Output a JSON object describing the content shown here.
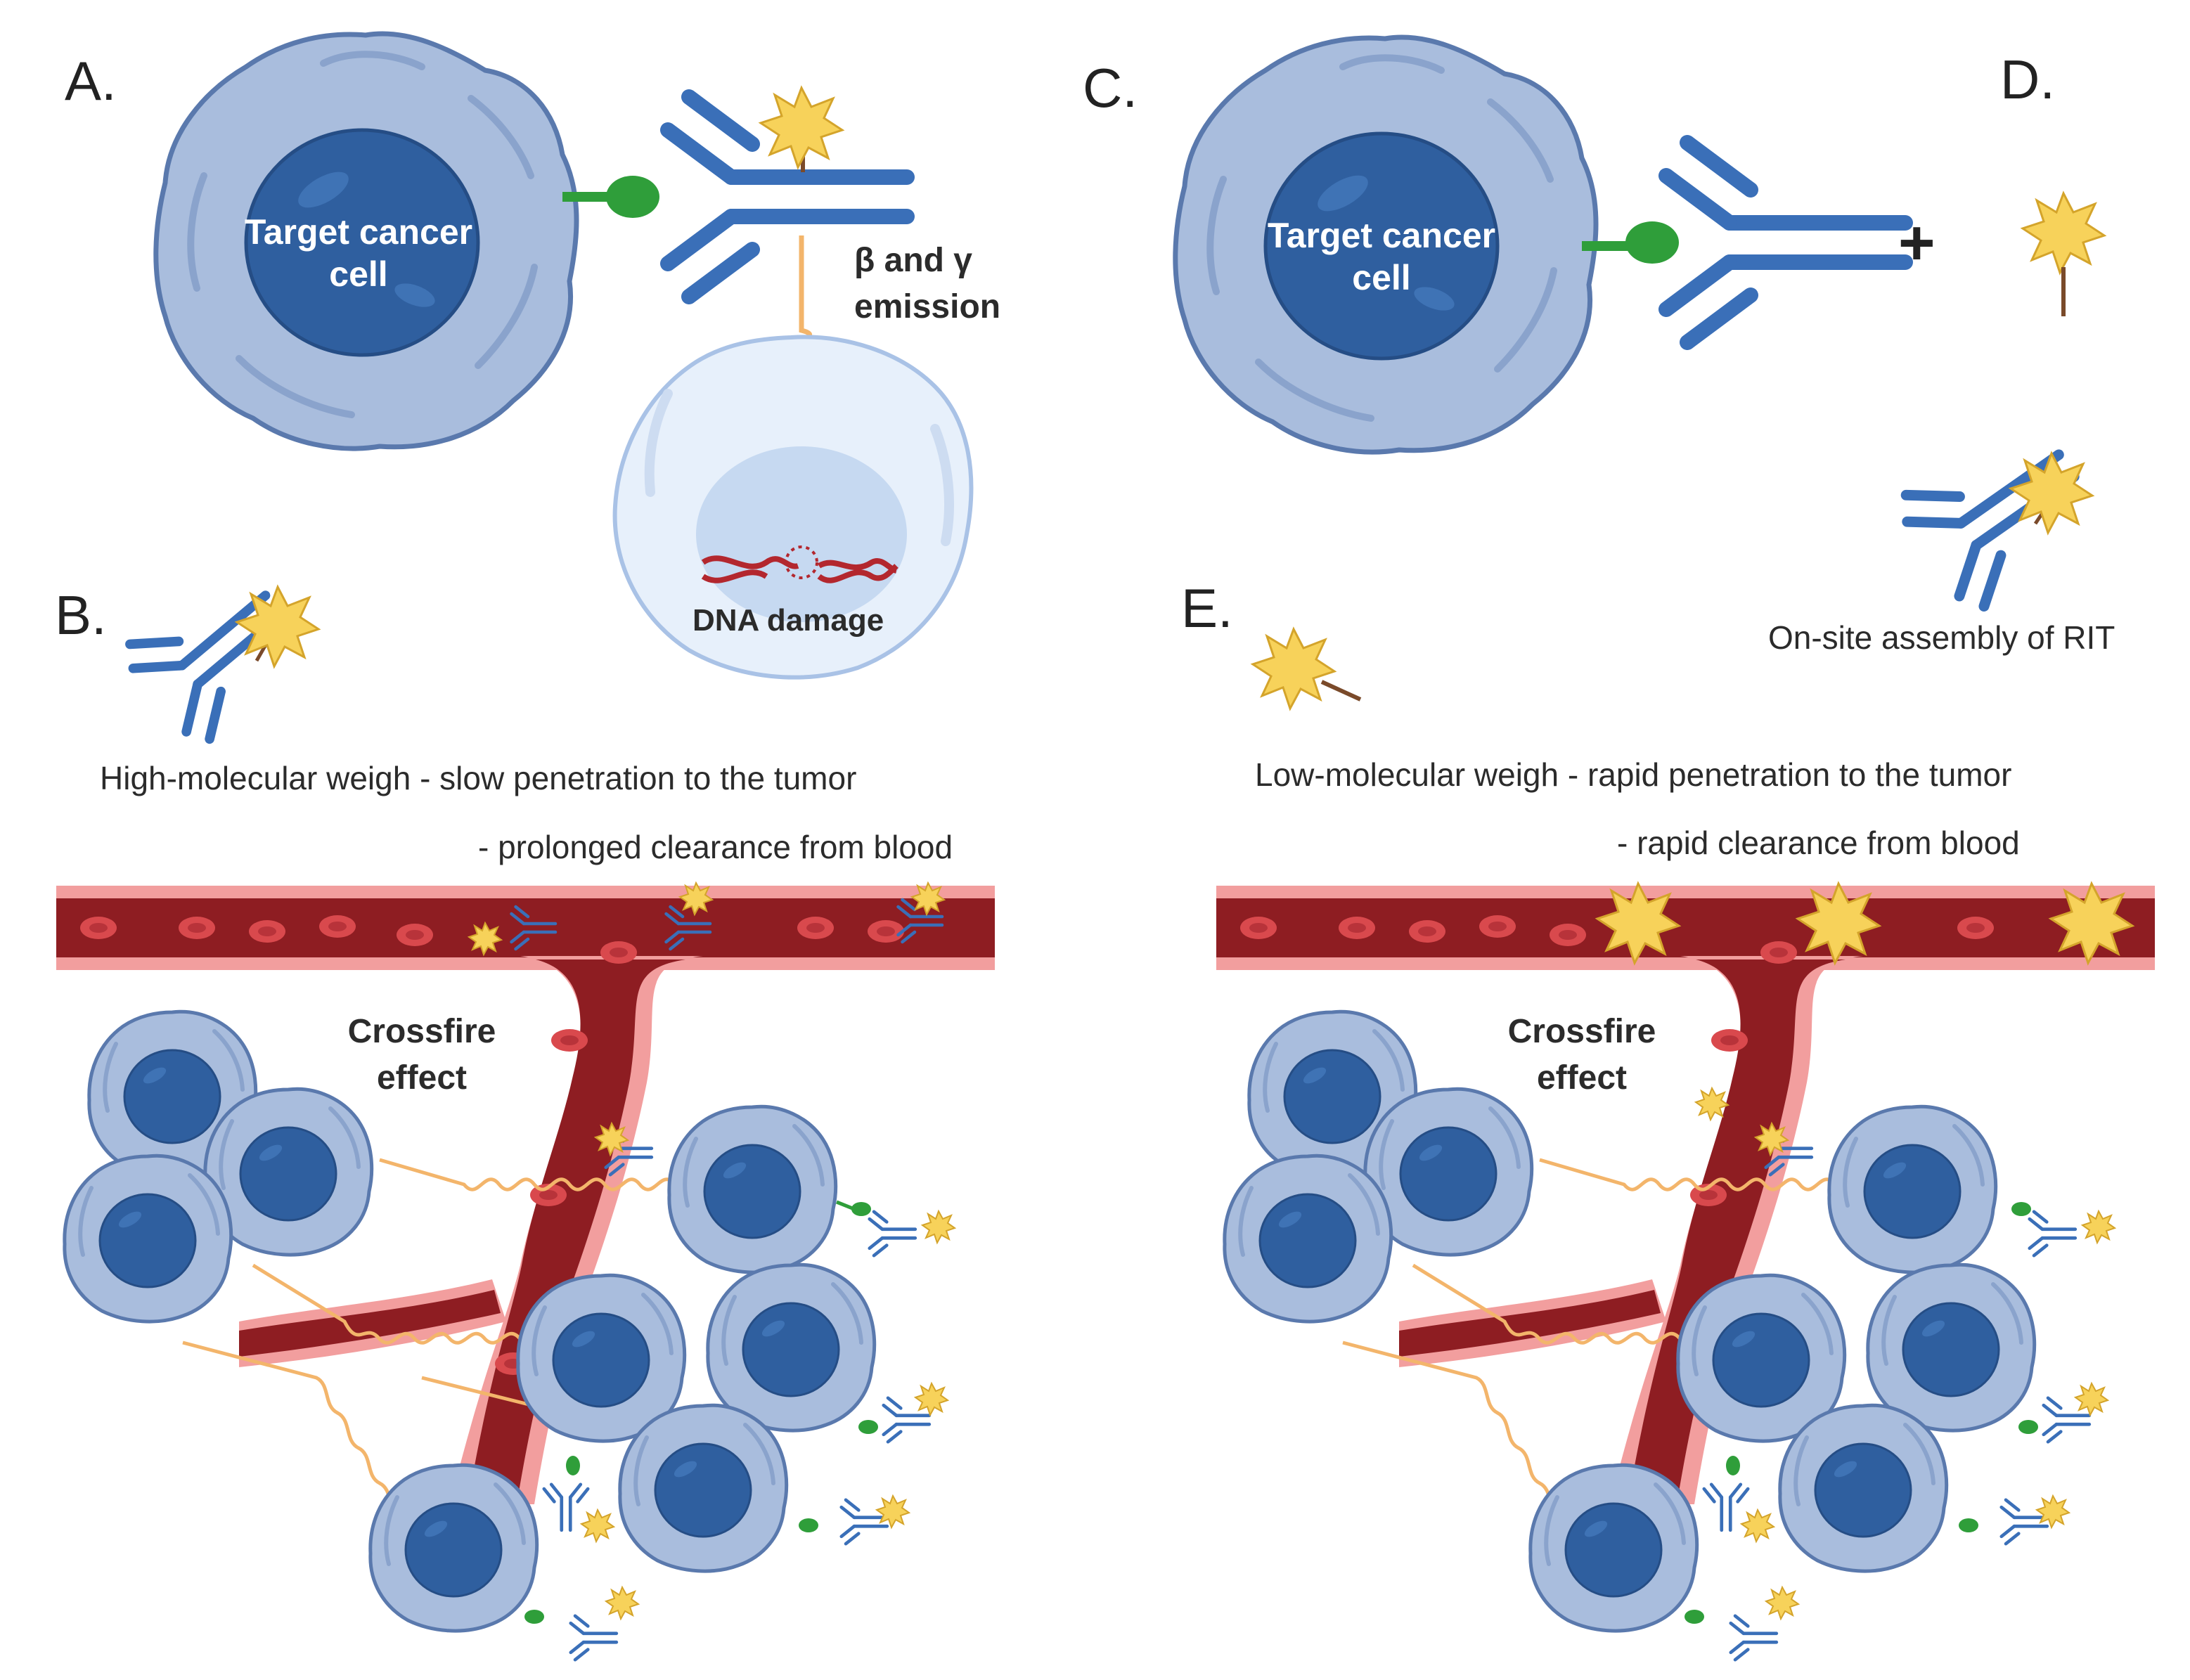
{
  "panels": {
    "a": "A.",
    "b": "B.",
    "c": "C.",
    "d": "D.",
    "e": "E."
  },
  "cell_label": "Target cancer cell",
  "emission_label": "β and γ emission",
  "dna_damage_label": "DNA damage",
  "plus_sign": "+",
  "onsite_caption": "On-site assembly of RIT",
  "left_caption": {
    "line1": "High-molecular weigh - slow penetration to the tumor",
    "line2": "- prolonged clearance from blood"
  },
  "right_caption": {
    "line1": "Low-molecular weigh - rapid penetration to the tumor",
    "line2": "- rapid clearance from blood"
  },
  "crossfire_label": "Crossfire effect",
  "colors": {
    "cell_body": "#a9bddd",
    "cell_nucleus": "#2f5f9f",
    "antibody": "#3a6fb8",
    "antigen": "#2f9e3a",
    "radionuclide": "#f7d25a",
    "vessel_wall": "#f29e9e",
    "vessel_lumen": "#8e1d22",
    "emission": "#f3b56b"
  },
  "icons": [
    "cancer-cell-icon",
    "antibody-icon",
    "radionuclide-star-icon",
    "antigen-receptor-icon",
    "dna-helix-icon",
    "blood-vessel-icon",
    "emission-wave-icon"
  ]
}
